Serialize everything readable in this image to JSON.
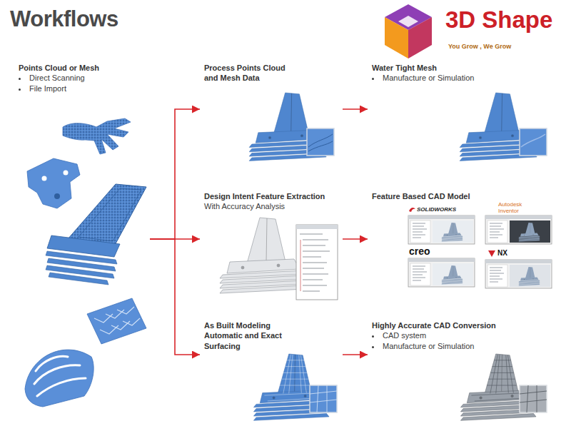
{
  "diagram": {
    "title": "Workflows",
    "nodes": [
      {
        "text": [
          "Points Cloud or Mesh",
          "Direct Scanning",
          "File Import"
        ]
      },
      {
        "text": [
          "Process Points Cloud and Mesh Data"
        ]
      },
      {
        "text": [
          "Water Tight Mesh",
          "Manufacture or Simulation"
        ]
      },
      {
        "text": [
          "Design Intent Feature Extraction",
          "With Accuracy Analysis"
        ]
      },
      {
        "text": [
          "Feature Based CAD Model"
        ]
      },
      {
        "text": [
          "As Built Modeling Automatic and Exact Surfacing"
        ]
      },
      {
        "text": [
          "Highly Accurate CAD Conversion",
          "CAD system",
          "Manufacture or Simulation"
        ]
      }
    ],
    "edges": [
      {
        "from": 0,
        "to": 1,
        "arrow": "to"
      },
      {
        "from": 0,
        "to": 3,
        "arrow": "to"
      },
      {
        "from": 0,
        "to": 5,
        "arrow": "to"
      },
      {
        "from": 1,
        "to": 2,
        "arrow": "to"
      },
      {
        "from": 3,
        "to": 4,
        "arrow": "to"
      },
      {
        "from": 5,
        "to": 6,
        "arrow": "to"
      }
    ],
    "labels": [
      "3D Shape",
      "You Grow , We Grow",
      "SOLIDWORKS",
      "Autodesk Inventor",
      "creo",
      "NX"
    ]
  }
}
